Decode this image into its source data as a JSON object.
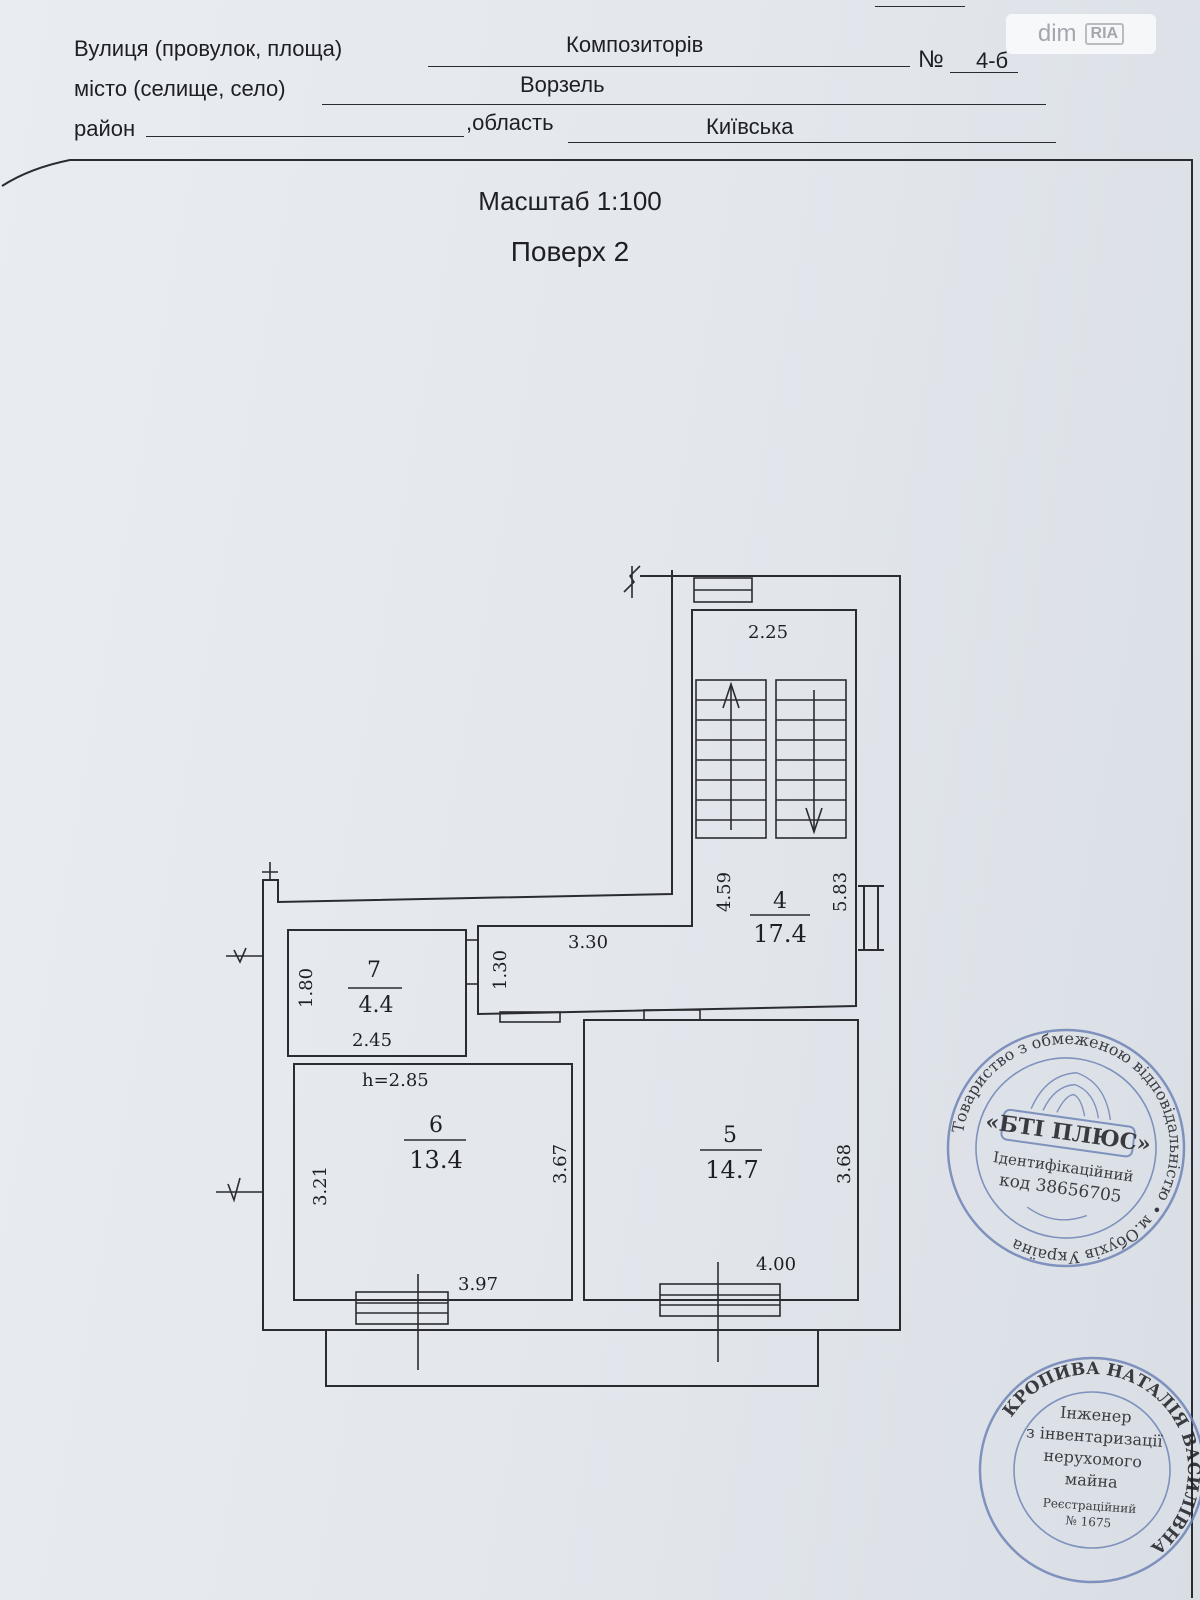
{
  "header": {
    "street_label": "Вулиця (провулок, площа)",
    "street_value": "Композиторів",
    "number_label": "№",
    "number_value": "4-б",
    "city_label": "місто (селище, село)",
    "city_value": "Ворзель",
    "district_label": "район",
    "region_label": ",область",
    "region_value": "Київська"
  },
  "plan": {
    "scale": "Масштаб 1:100",
    "floor": "Поверх 2",
    "height_note": "h=2.85",
    "rooms": [
      {
        "number": "4",
        "area": "17.4"
      },
      {
        "number": "5",
        "area": "14.7"
      },
      {
        "number": "6",
        "area": "13.4"
      },
      {
        "number": "7",
        "area": "4.4"
      }
    ],
    "dimensions": {
      "stair_width": "2.25",
      "room4_inner_height": "4.59",
      "room4_outer_height": "5.83",
      "corridor_length": "3.30",
      "corridor_width": "1.30",
      "room7_height": "1.80",
      "room7_width": "2.45",
      "room6_left_height": "3.21",
      "room6_right_height": "3.67",
      "room6_width": "3.97",
      "room5_height": "3.68",
      "room5_width": "4.00"
    }
  },
  "stamps": {
    "company": {
      "ring_text": "Товариство з обмеженою відповідальністю • м.Обухів Україна",
      "name": "«БТІ ПЛЮС»",
      "line1": "Ідентифікаційний",
      "line2": "код 38656705"
    },
    "engineer": {
      "line1": "Інженер",
      "line2": "з інвентаризації",
      "line3": "нерухомого",
      "line4": "майна",
      "line5": "Реєстраційний",
      "line6": "№ 1675",
      "ring_text": "КРОПИВА НАТАЛІЯ ВАСИЛІВНА"
    }
  },
  "watermark": {
    "brand": "dim",
    "badge": "RIA"
  }
}
